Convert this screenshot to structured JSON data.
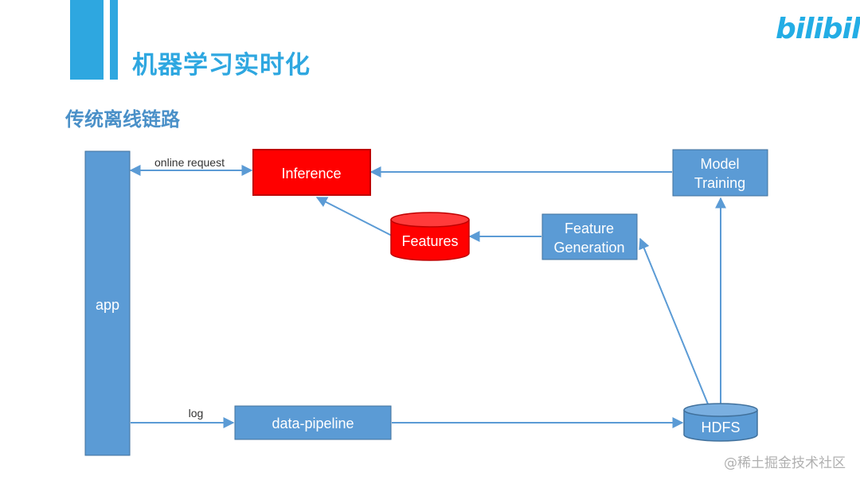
{
  "header": {
    "title": "机器学习实时化",
    "section": "传统离线链路",
    "logo": "bilibili",
    "accent_color": "#2ea7e0"
  },
  "watermark": "@稀土掘金技术社区",
  "diagram": {
    "nodes": {
      "app": "app",
      "inference": "Inference",
      "features": "Features",
      "feature_generation": [
        "Feature",
        "Generation"
      ],
      "model_training": [
        "Model",
        "Training"
      ],
      "data_pipeline": "data-pipeline",
      "hdfs": "HDFS"
    },
    "edges": {
      "online_request": "online request",
      "log": "log"
    },
    "colors": {
      "box": "#5b9bd5",
      "box_border": "#41719c",
      "highlight": "#ff0000",
      "highlight_border": "#c00000",
      "arrow": "#5b9bd5"
    }
  }
}
